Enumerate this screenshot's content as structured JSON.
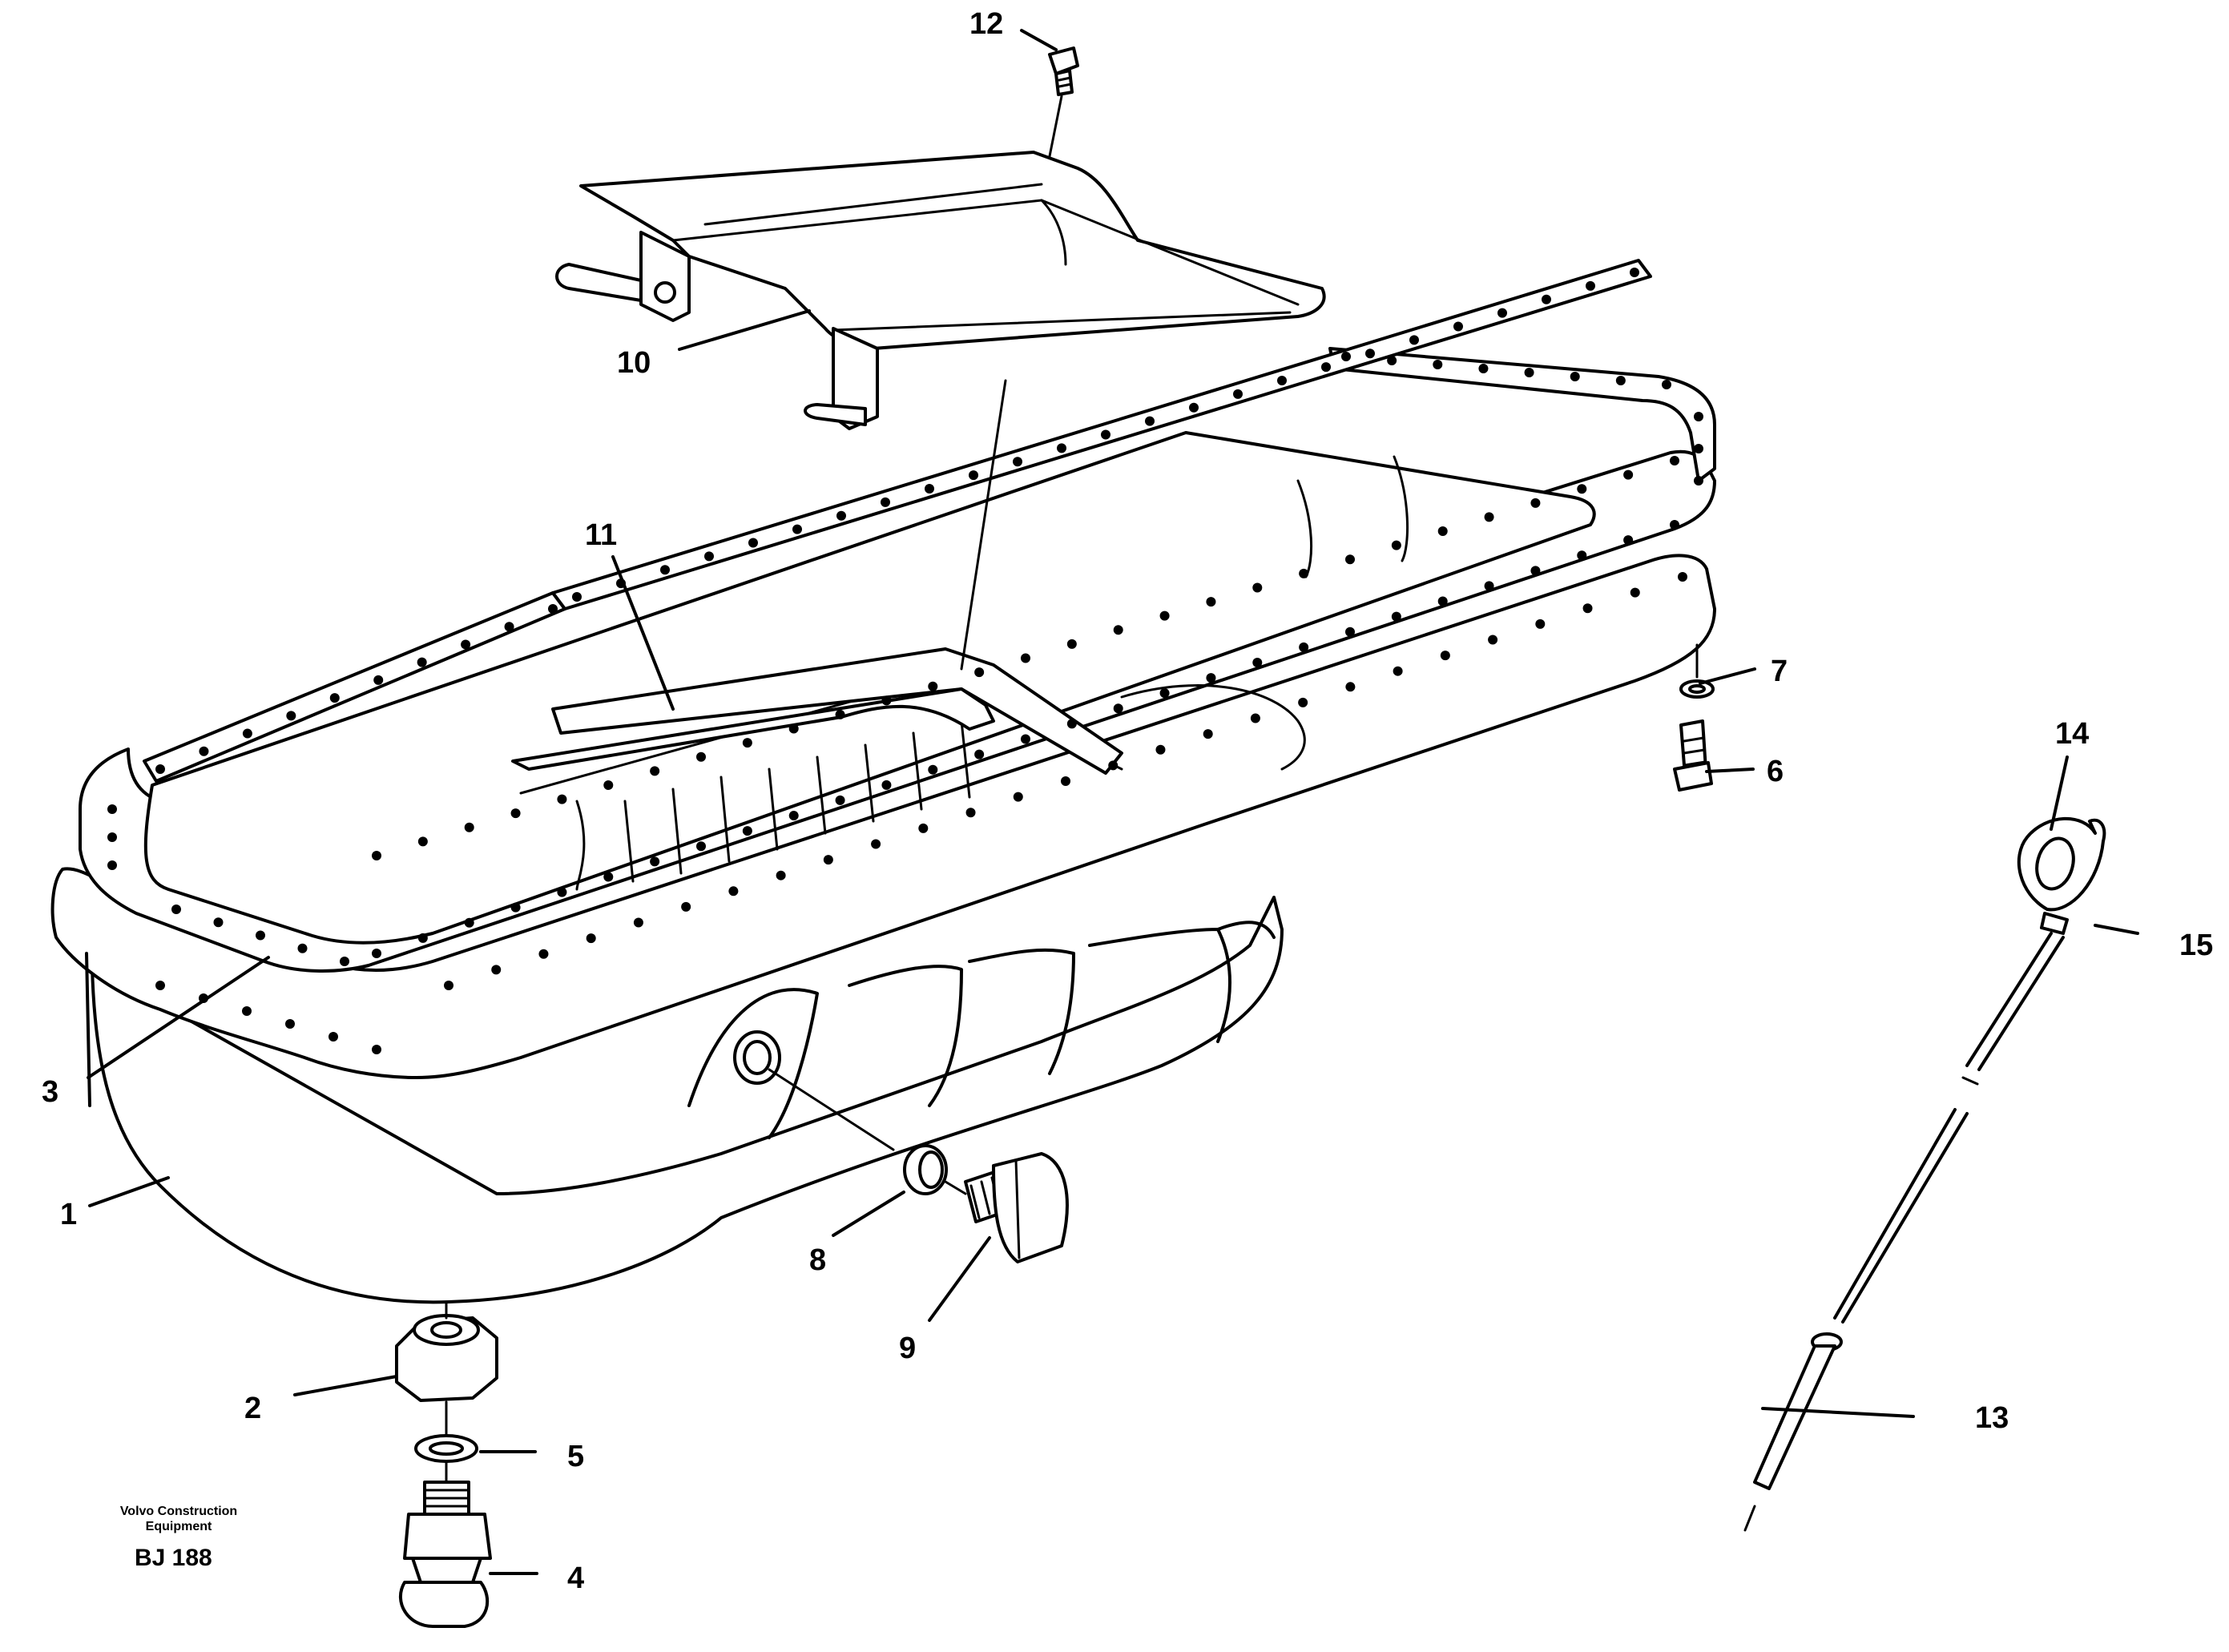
{
  "callouts": {
    "c1": "1",
    "c2": "2",
    "c3": "3",
    "c4": "4",
    "c5": "5",
    "c6": "6",
    "c7": "7",
    "c8": "8",
    "c9": "9",
    "c10": "10",
    "c11": "11",
    "c12": "12",
    "c13": "13",
    "c14": "14",
    "c15": "15"
  },
  "credit": {
    "line1": "Volvo Construction",
    "line2": "Equipment",
    "code": "BJ 188"
  }
}
